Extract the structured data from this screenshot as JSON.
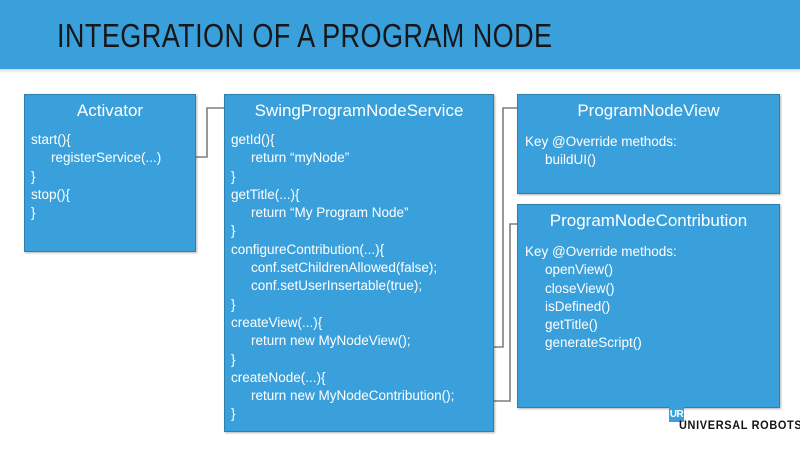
{
  "slide": {
    "title": "INTEGRATION OF A PROGRAM NODE",
    "header_color": "#3aa0db",
    "box_fill": "#3aa0db",
    "box_border": "#2d7fae",
    "text_color": "#ffffff",
    "background": "#ffffff"
  },
  "boxes": {
    "activator": {
      "title": "Activator",
      "lines": [
        {
          "text": "start(){",
          "indent": 0
        },
        {
          "text": "registerService(...)",
          "indent": 1
        },
        {
          "text": "}",
          "indent": 0
        },
        {
          "text": "stop(){",
          "indent": 0
        },
        {
          "text": "}",
          "indent": 0
        }
      ]
    },
    "swing_program_node_service": {
      "title": "SwingProgramNodeService",
      "lines": [
        {
          "text": "getId(){",
          "indent": 0
        },
        {
          "text": "return “myNode”",
          "indent": 1
        },
        {
          "text": "}",
          "indent": 0
        },
        {
          "text": "getTitle(...){",
          "indent": 0
        },
        {
          "text": "return “My Program Node”",
          "indent": 1
        },
        {
          "text": "}",
          "indent": 0
        },
        {
          "text": "configureContribution(...){",
          "indent": 0
        },
        {
          "text": "conf.setChildrenAllowed(false);",
          "indent": 1
        },
        {
          "text": "conf.setUserInsertable(true);",
          "indent": 1
        },
        {
          "text": "}",
          "indent": 0
        },
        {
          "text": "createView(...){",
          "indent": 0
        },
        {
          "text": "return new MyNodeView();",
          "indent": 1
        },
        {
          "text": "}",
          "indent": 0
        },
        {
          "text": "createNode(...){",
          "indent": 0
        },
        {
          "text": "return new MyNodeContribution();",
          "indent": 1
        },
        {
          "text": "}",
          "indent": 0
        }
      ]
    },
    "program_node_view": {
      "title": "ProgramNodeView",
      "lines": [
        {
          "text": "Key @Override methods:",
          "indent": 0
        },
        {
          "text": "buildUI()",
          "indent": 1
        }
      ]
    },
    "program_node_contribution": {
      "title": "ProgramNodeContribution",
      "lines": [
        {
          "text": "Key @Override methods:",
          "indent": 0
        },
        {
          "text": "openView()",
          "indent": 1
        },
        {
          "text": "closeView()",
          "indent": 1
        },
        {
          "text": "isDefined()",
          "indent": 1
        },
        {
          "text": "getTitle()",
          "indent": 1
        },
        {
          "text": "generateScript()",
          "indent": 1
        }
      ]
    }
  },
  "connectors": [
    {
      "name": "activator-to-swing-service",
      "from": "Activator.registerService(...)",
      "to": "SwingProgramNodeService",
      "color": "#7f7f7f"
    },
    {
      "name": "createview-to-program-node-view",
      "from": "SwingProgramNodeService.createView",
      "to": "ProgramNodeView",
      "color": "#7f7f7f"
    },
    {
      "name": "createnode-to-program-node-contribution",
      "from": "SwingProgramNodeService.createNode",
      "to": "ProgramNodeContribution",
      "color": "#7f7f7f"
    }
  ],
  "logo": {
    "mark": "UR",
    "wordmark": "UNIVERSAL ROBOTS",
    "color": "#3aa0db"
  }
}
